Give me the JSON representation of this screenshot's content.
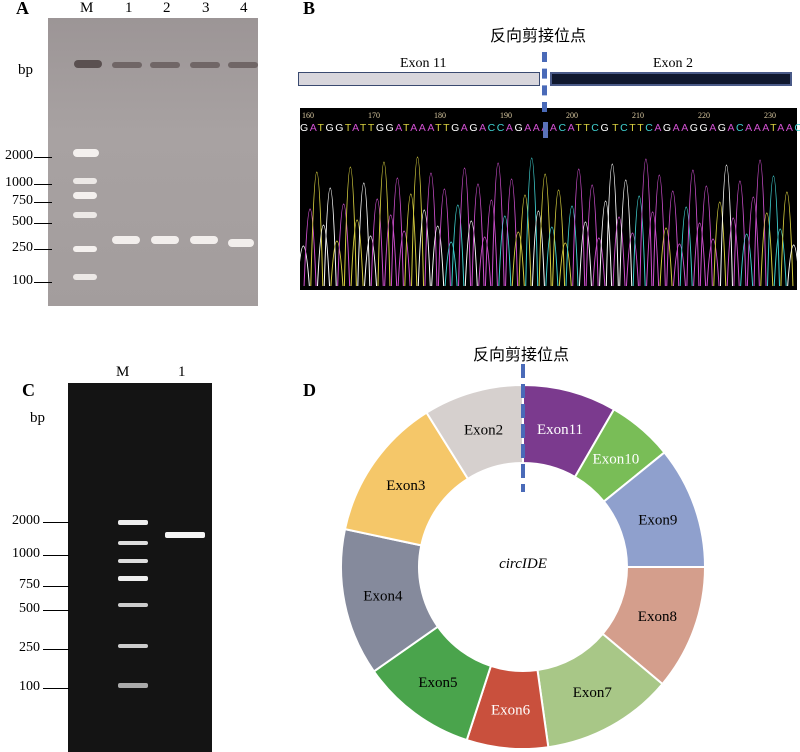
{
  "panel_a": {
    "label": "A",
    "lanes": [
      "M",
      "1",
      "2",
      "3",
      "4"
    ],
    "unit": "bp",
    "markers": [
      "2000",
      "1000",
      "750",
      "500",
      "250",
      "100"
    ]
  },
  "panel_b": {
    "label": "B",
    "title": "反向剪接位点",
    "exon_left": "Exon 11",
    "exon_right": "Exon 2",
    "positions": [
      "160",
      "170",
      "180",
      "190",
      "200",
      "210",
      "220",
      "230"
    ],
    "sequence_left": "GATGGTATTGGATAAATTGAGACCAGAAAACATTCG",
    "sequence_right": "TCTTCAGAAGGAGACAAATAACAAAATGAACAATCCTG"
  },
  "panel_c": {
    "label": "C",
    "lanes": [
      "M",
      "1"
    ],
    "unit": "bp",
    "markers": [
      "2000",
      "1000",
      "750",
      "500",
      "250",
      "100"
    ]
  },
  "panel_d": {
    "label": "D",
    "title": "反向剪接位点",
    "center_label": "circIDE",
    "segments": [
      {
        "name": "Exon11",
        "start_deg": 0,
        "end_deg": 30,
        "color": "#7b3a8e",
        "text_color": "#ffffff"
      },
      {
        "name": "Exon10",
        "start_deg": 30,
        "end_deg": 51,
        "color": "#79bd57",
        "text_color": "#ffffff"
      },
      {
        "name": "Exon9",
        "start_deg": 51,
        "end_deg": 90,
        "color": "#8fa0cd",
        "text_color": "#000000"
      },
      {
        "name": "Exon8",
        "start_deg": 90,
        "end_deg": 130,
        "color": "#d49e8c",
        "text_color": "#000000"
      },
      {
        "name": "Exon7",
        "start_deg": 130,
        "end_deg": 172,
        "color": "#a8c787",
        "text_color": "#000000"
      },
      {
        "name": "Exon6",
        "start_deg": 172,
        "end_deg": 198,
        "color": "#c9503d",
        "text_color": "#ffffff"
      },
      {
        "name": "Exon5",
        "start_deg": 198,
        "end_deg": 235,
        "color": "#4aa44c",
        "text_color": "#000000"
      },
      {
        "name": "Exon4",
        "start_deg": 235,
        "end_deg": 282,
        "color": "#858a9c",
        "text_color": "#000000"
      },
      {
        "name": "Exon3",
        "start_deg": 282,
        "end_deg": 328,
        "color": "#f5c769",
        "text_color": "#000000"
      },
      {
        "name": "Exon2",
        "start_deg": 328,
        "end_deg": 360,
        "color": "#d6d0ce",
        "text_color": "#000000"
      }
    ],
    "junction_color": "#4a6ab8"
  }
}
